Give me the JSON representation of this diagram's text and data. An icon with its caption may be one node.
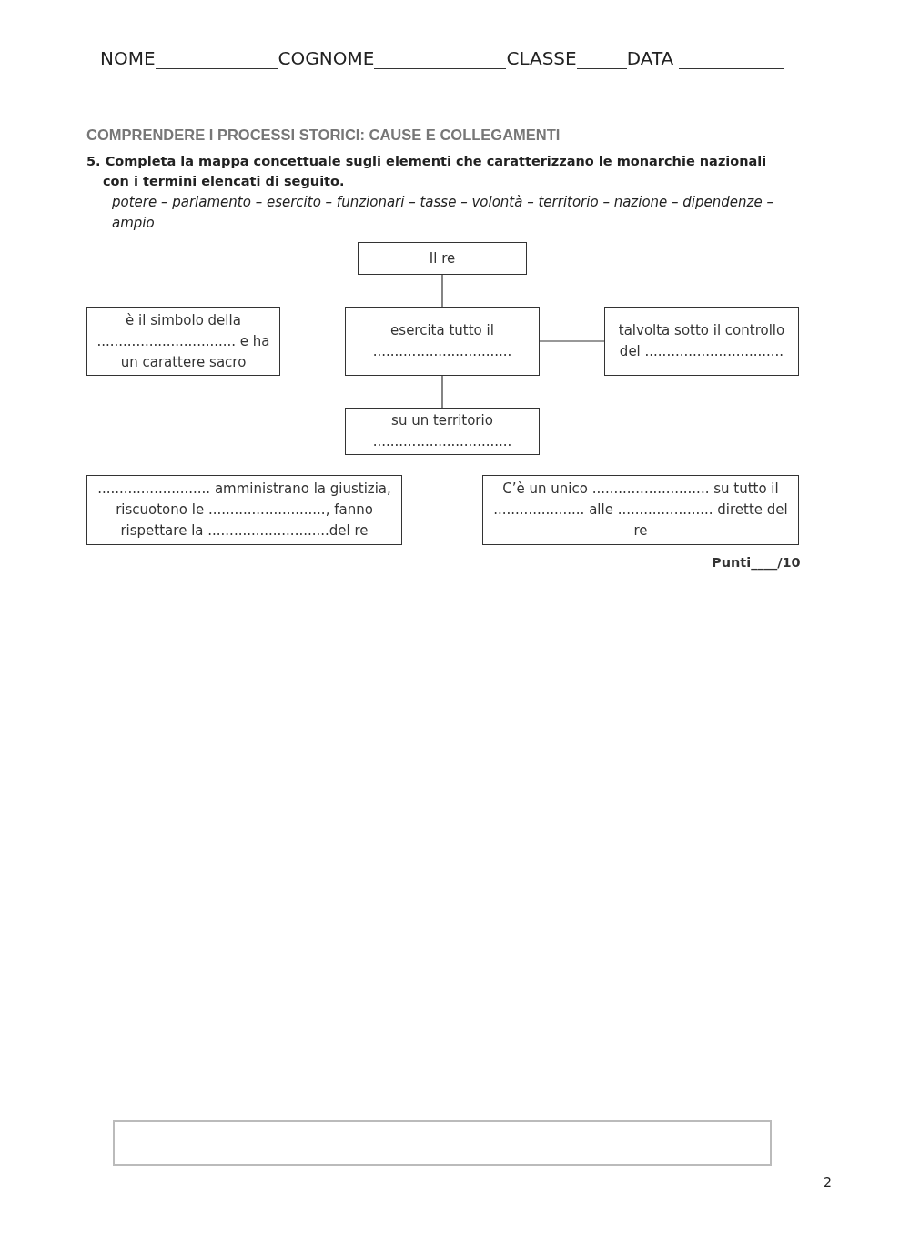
{
  "diagram": {
    "title": "COMPRENDERE I PROCESSI STORICI: CAUSE E COLLEGAMENTI",
    "nodes": [
      {
        "text": [
          "Il re"
        ]
      },
      {
        "text": [
          "è il simbolo della ................................ e ha un carattere sacro"
        ]
      },
      {
        "text": [
          "esercita tutto il ................................"
        ]
      },
      {
        "text": [
          "talvolta sotto il controllo del ................................"
        ]
      },
      {
        "text": [
          "su un territorio ................................"
        ]
      },
      {
        "text": [
          ".......................... amministrano la giustizia, riscuotono le ..........................., fanno rispettare la ............................del re"
        ]
      },
      {
        "text": [
          "C’è un unico ........................... su tutto il ..................... alle ...................... dirette del re"
        ]
      }
    ],
    "edges": [
      {
        "from": 0,
        "to": 2,
        "arrow": "none"
      },
      {
        "from": 2,
        "to": 3,
        "arrow": "none"
      },
      {
        "from": 2,
        "to": 4,
        "arrow": "none"
      }
    ],
    "labels": [
      "NOME",
      "COGNOME",
      "CLASSE",
      "DATA",
      "5. Completa la mappa concettuale sugli elementi che caratterizzano le monarchie nazionali con i termini elencati di seguito.",
      "potere – parlamento – esercito – funzionari – tasse – volontà – territorio – nazione – dipendenze – ampio",
      "Punti____/10",
      "2"
    ]
  }
}
